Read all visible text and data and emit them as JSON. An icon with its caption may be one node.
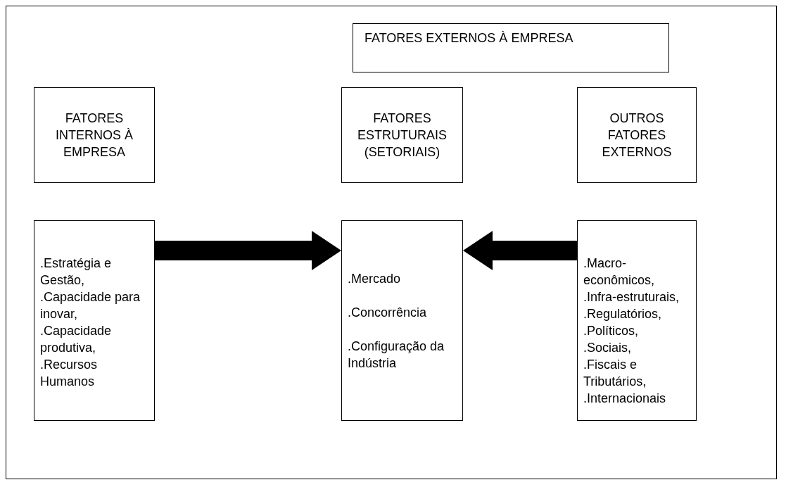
{
  "diagram": {
    "nodes": [
      {
        "text": [
          "FATORES EXTERNOS À EMPRESA"
        ]
      },
      {
        "text": [
          "FATORES INTERNOS À EMPRESA"
        ]
      },
      {
        "text": [
          "FATORES ESTRUTURAIS (SETORIAIS)"
        ]
      },
      {
        "text": [
          "OUTROS FATORES EXTERNOS"
        ]
      },
      {
        "text": [
          ".Estratégia e Gestão,",
          ".Capacidade para inovar,",
          ".Capacidade produtiva,",
          ".Recursos Humanos"
        ]
      },
      {
        "text": [
          ".Mercado",
          ".Concorrência",
          ".Configuração da Indústria"
        ]
      },
      {
        "text": [
          ".Macro-econômicos,",
          ".Infra-estruturais,",
          ".Regulatórios,",
          ".Políticos,",
          ".Sociais,",
          ".Fiscais e Tributários,",
          ".Internacionais"
        ]
      }
    ],
    "edges": [
      {
        "from": 4,
        "to": 5,
        "arrow": "to"
      },
      {
        "from": 6,
        "to": 5,
        "arrow": "to"
      }
    ]
  }
}
